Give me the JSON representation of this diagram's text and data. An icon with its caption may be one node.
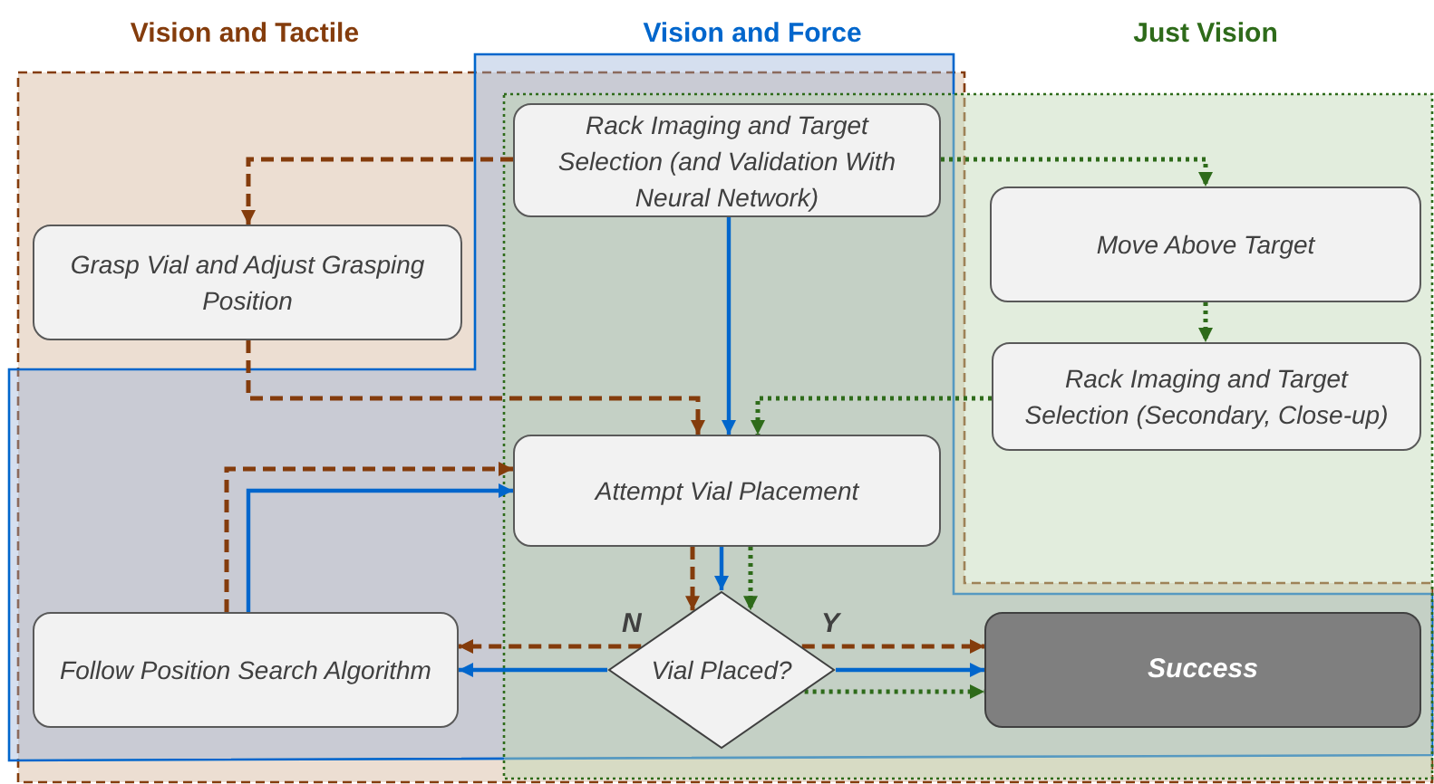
{
  "diagram": {
    "nodes": [
      {
        "text": [
          "Rack Imaging and Target Selection (and Validation With Neural Network)"
        ]
      },
      {
        "text": [
          "Grasp Vial and Adjust Grasping Position"
        ]
      },
      {
        "text": [
          "Move Above Target"
        ]
      },
      {
        "text": [
          "Rack Imaging and Target Selection (Secondary, Close-up)"
        ]
      },
      {
        "text": [
          "Attempt Vial Placement"
        ]
      },
      {
        "text": [
          "Vial Placed?"
        ]
      },
      {
        "text": [
          "Follow Position Search Algorithm"
        ]
      },
      {
        "text": [
          "Success"
        ]
      }
    ],
    "edges": [
      {
        "from": 0,
        "to": 1,
        "arrow": "to",
        "style": "dashed"
      },
      {
        "from": 0,
        "to": 2,
        "arrow": "to",
        "style": "dashed",
        "color": "#2e6b1a"
      },
      {
        "from": 2,
        "to": 3,
        "arrow": "to",
        "style": "dashed",
        "color": "#2e6b1a"
      },
      {
        "from": 0,
        "to": 4,
        "arrow": "to",
        "color": "#0066cc"
      },
      {
        "from": 1,
        "to": 4,
        "arrow": "to",
        "style": "dashed"
      },
      {
        "from": 3,
        "to": 4,
        "arrow": "to",
        "style": "dashed",
        "color": "#2e6b1a"
      },
      {
        "from": 4,
        "to": 5,
        "arrow": "to",
        "style": "dashed"
      },
      {
        "from": 4,
        "to": 5,
        "arrow": "to",
        "color": "#0066cc"
      },
      {
        "from": 4,
        "to": 5,
        "arrow": "to",
        "style": "dashed",
        "color": "#2e6b1a"
      },
      {
        "from": 5,
        "to": 6,
        "arrow": "to",
        "style": "dashed",
        "label": "N"
      },
      {
        "from": 5,
        "to": 6,
        "arrow": "to",
        "color": "#0066cc"
      },
      {
        "from": 6,
        "to": 4,
        "arrow": "to",
        "style": "dashed"
      },
      {
        "from": 6,
        "to": 4,
        "arrow": "to",
        "color": "#0066cc"
      },
      {
        "from": 5,
        "to": 7,
        "arrow": "to",
        "style": "dashed",
        "label": "Y"
      },
      {
        "from": 5,
        "to": 7,
        "arrow": "to",
        "color": "#0066cc"
      },
      {
        "from": 5,
        "to": 7,
        "arrow": "to",
        "style": "dashed",
        "color": "#2e6b1a"
      }
    ],
    "labels": [
      "Vision and Tactile",
      "Vision and Force",
      "Just Vision"
    ]
  }
}
